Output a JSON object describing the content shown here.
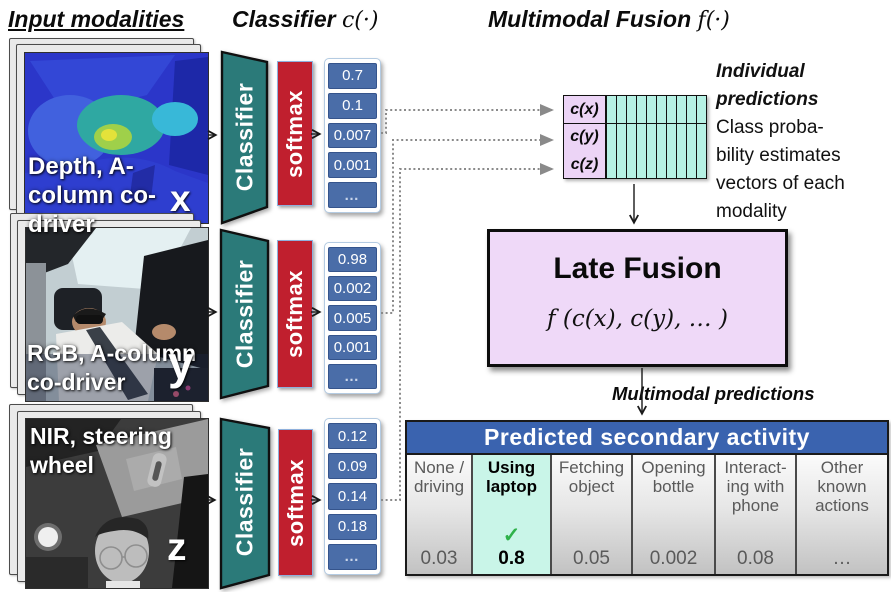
{
  "titles": {
    "input": "Input modalities",
    "classifier": "Classifier",
    "classifier_math": "c(·)",
    "fusion": "Multimodal Fusion",
    "fusion_math": "f(·)"
  },
  "modalities": [
    {
      "label": "Depth, A-\ncolumn co-\ndriver",
      "letter": "x"
    },
    {
      "label": "RGB, A-column\nco-driver",
      "letter": "y"
    },
    {
      "label": "NIR, steering\nwheel",
      "letter": "z"
    }
  ],
  "pipeline": {
    "classifier_label": "Classifier",
    "softmax_label": "softmax",
    "vectors": [
      [
        "0.7",
        "0.1",
        "0.007",
        "0.001",
        "…"
      ],
      [
        "0.98",
        "0.002",
        "0.005",
        "0.001",
        "…"
      ],
      [
        "0.12",
        "0.09",
        "0.14",
        "0.18",
        "…"
      ]
    ]
  },
  "fusion": {
    "grid_rows": [
      {
        "label": "c(x)"
      },
      {
        "label": "c(y)"
      },
      {
        "label": "c(z)"
      }
    ],
    "cells_per_row": 10,
    "individual_title_1": "Individual",
    "individual_title_2": "predictions",
    "individual_desc": "Class proba-\nbility estimates\nvectors of each\nmodality",
    "late_fusion_title": "Late Fusion",
    "late_fusion_formula": "f (c(x), c(y), … )",
    "multimodal_label": "Multimodal predictions"
  },
  "table": {
    "header": "Predicted secondary activity",
    "columns": [
      {
        "label": "None /\ndriving",
        "value": "0.03",
        "highlight": false,
        "check": ""
      },
      {
        "label": "Using\nlaptop",
        "value": "0.8",
        "highlight": true,
        "check": "✓"
      },
      {
        "label": "Fetching\nobject",
        "value": "0.05",
        "highlight": false,
        "check": ""
      },
      {
        "label": "Opening\nbottle",
        "value": "0.002",
        "highlight": false,
        "check": ""
      },
      {
        "label": "Interact-\ning with\nphone",
        "value": "0.08",
        "highlight": false,
        "check": ""
      },
      {
        "label": "Other\nknown\nactions",
        "value": "…",
        "highlight": false,
        "check": ""
      }
    ]
  },
  "colors": {
    "classifier_teal": "#2b7a79",
    "softmax_red": "#c01f2e",
    "vector_cell_blue": "#4a6da8",
    "table_header_blue": "#3a63af",
    "grid_mint": "#b6f1e4",
    "highlight_mint": "#c9f5e8",
    "label_pink": "#ecd4f6",
    "late_fusion_lavender": "#efd9f8",
    "check_green": "#2eb24a",
    "dotted_gray": "#8a8a8a"
  }
}
